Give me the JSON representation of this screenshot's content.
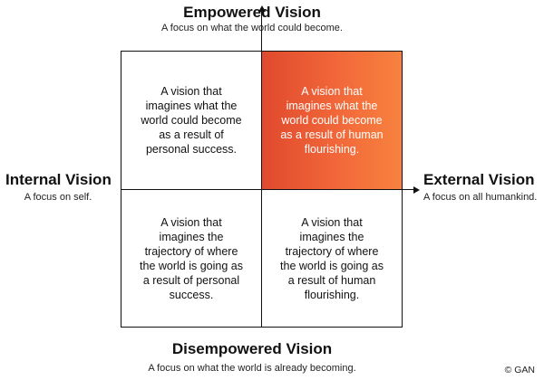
{
  "axes": {
    "top": {
      "title": "Empowered Vision",
      "subtitle": "A focus on what the world could become."
    },
    "bottom": {
      "title": "Disempowered Vision",
      "subtitle": "A focus on what the world is already becoming."
    },
    "left": {
      "title": "Internal Vision",
      "subtitle": "A focus on self."
    },
    "right": {
      "title": "External Vision",
      "subtitle": "A focus on all humankind."
    }
  },
  "quadrants": {
    "top_left": "A vision that\nimagines what the\nworld could become\nas a result of\npersonal success.",
    "top_right": "A vision that\nimagines what the\nworld could become\nas a result of human\nflourishing.",
    "bottom_left": "A vision that\nimagines the\ntrajectory of where\nthe world is going as\na result of personal\nsuccess.",
    "bottom_right": "A vision that\nimagines the\ntrajectory of where\nthe world is going as\na result of human\nflourishing."
  },
  "colors": {
    "highlight_start": "#e0492d",
    "highlight_end": "#f7823f",
    "line": "#111111"
  },
  "copyright": "© GAN"
}
